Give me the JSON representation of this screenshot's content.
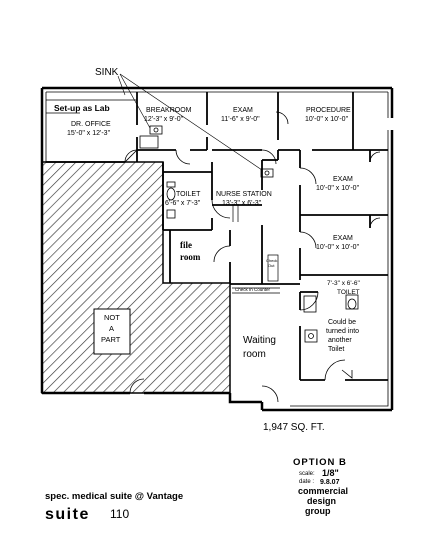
{
  "plan": {
    "sink_callout": "SINK",
    "rooms": {
      "lab_note": "Set-up as Lab",
      "dr_office_name": "DR. OFFICE",
      "dr_office_dims": "15'-0\" x 12'-3\"",
      "breakroom_name": "BREAKROOM",
      "breakroom_dims": "12'-3\" x 9'-0\"",
      "exam1_name": "EXAM",
      "exam1_dims": "11'-6\" x 9'-0\"",
      "procedure_name": "PROCEDURE",
      "procedure_dims": "10'-0\" x 10'-0\"",
      "exam2_name": "EXAM",
      "exam2_dims": "10'-0\" x 10'-0\"",
      "exam3_name": "EXAM",
      "exam3_dims": "10'-0\" x 10'-0\"",
      "toilet1_name": "TOILET",
      "toilet1_dims": "6'-6\" x 7'-3\"",
      "nurse_name": "NURSE STATION",
      "nurse_dims": "13'-3\" x 6'-3\"",
      "file_line1": "file",
      "file_line2": "room",
      "check_out_line1": "Check",
      "check_out_line2": "Out",
      "check_in": "Check In Counter",
      "toilet2_dims": "7'-3\" x 6'-6\"",
      "toilet2_name": "TOILET",
      "convert_line1": "Could be",
      "convert_line2": "turned into",
      "convert_line3": "another",
      "convert_line4": "Toilet",
      "not_part_line1": "NOT",
      "not_part_line2": "A",
      "not_part_line3": "PART",
      "waiting_line1": "Waiting",
      "waiting_line2": "room"
    },
    "area": "1,947 SQ. FT."
  },
  "title_block": {
    "option": "OPTION B",
    "scale_label": "scale:",
    "scale_value": "1/8\"",
    "date_label": "date :",
    "date_value": "9.8.07",
    "company_line1": "commercial",
    "company_line2": "design",
    "company_line3": "group"
  },
  "project": {
    "subtitle": "spec. medical suite @ Vantage",
    "suite_word": "suite",
    "suite_number": "110"
  }
}
